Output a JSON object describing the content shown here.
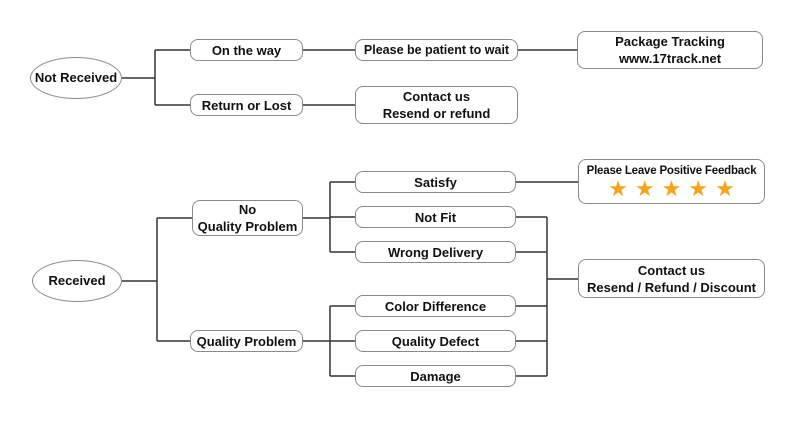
{
  "colors": {
    "star": "#F5A41C",
    "box_border": "#8a8a8a",
    "line": "#333333",
    "text": "#111111",
    "background": "#ffffff"
  },
  "nodes": {
    "not_received": "Not Received",
    "on_the_way": "On the way",
    "please_wait": "Please be patient to wait",
    "package_tracking": {
      "line1": "Package Tracking",
      "line2": "www.17track.net"
    },
    "return_or_lost": "Return or Lost",
    "contact_top": {
      "line1": "Contact us",
      "line2": "Resend or refund"
    },
    "received": "Received",
    "no_quality_problem": {
      "line1": "No",
      "line2": "Quality Problem"
    },
    "satisfy": "Satisfy",
    "not_fit": "Not Fit",
    "wrong_delivery": "Wrong Delivery",
    "feedback": {
      "title": "Please Leave Positive Feedback",
      "stars": "★★★★★"
    },
    "quality_problem": "Quality Problem",
    "color_difference": "Color Difference",
    "quality_defect": "Quality Defect",
    "damage": "Damage",
    "contact_bottom": {
      "line1": "Contact us",
      "line2": "Resend / Refund / Discount"
    }
  }
}
